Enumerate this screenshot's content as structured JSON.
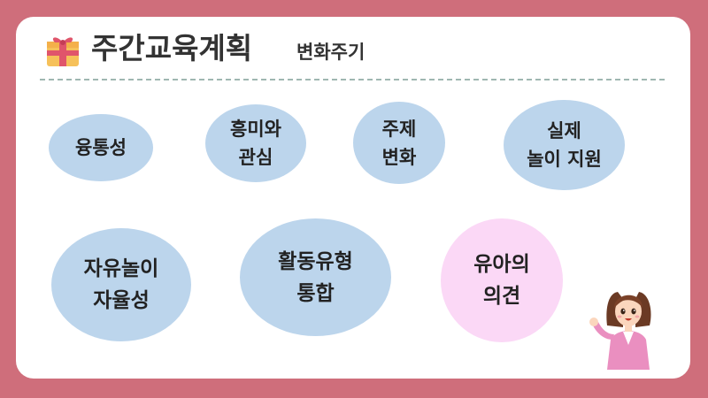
{
  "header": {
    "title": "주간교육계획",
    "subtitle": "변화주기",
    "icon": "gift-icon"
  },
  "bubbles": [
    {
      "label": "융통성",
      "color": "#bcd5ec"
    },
    {
      "label": "흥미와\n관심",
      "color": "#bcd5ec"
    },
    {
      "label": "주제\n변화",
      "color": "#bcd5ec"
    },
    {
      "label": "실제\n놀이 지원",
      "color": "#bcd5ec"
    },
    {
      "label": "자유놀이\n자율성",
      "color": "#bcd5ec"
    },
    {
      "label": "활동유형\n통합",
      "color": "#bcd5ec"
    },
    {
      "label": "유아의\n의견",
      "color": "#fbd8f6"
    }
  ],
  "colors": {
    "background": "#cf6e7b",
    "card": "#ffffff",
    "bubble_blue": "#bcd5ec",
    "bubble_pink": "#fbd8f6",
    "divider": "#9fb7b1"
  }
}
